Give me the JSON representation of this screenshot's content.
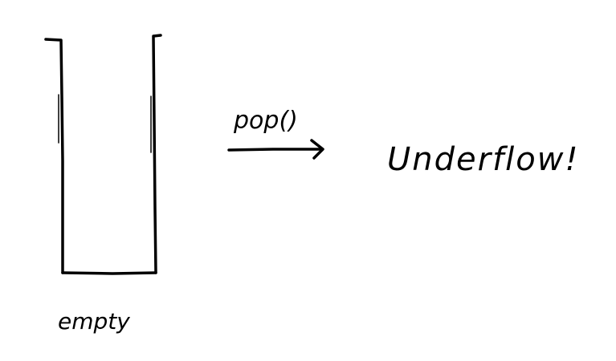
{
  "diagram": {
    "stack_state_label": "empty",
    "operation_label": "pop()",
    "result_label": "Underflow!",
    "ink_color": "#000000",
    "background_color": "#ffffff"
  }
}
